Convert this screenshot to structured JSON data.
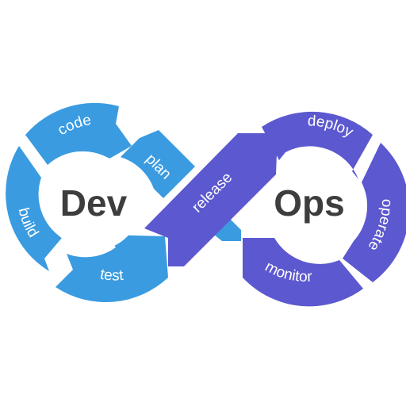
{
  "colors": {
    "dev": "#3a9be0",
    "ops": "#5c58cf",
    "center_text": "#3d3d3d",
    "background": "#ffffff"
  },
  "left_loop": {
    "center": "Dev",
    "stages": [
      "code",
      "plan",
      "build",
      "test"
    ]
  },
  "bridge": {
    "label": "release"
  },
  "right_loop": {
    "center": "Ops",
    "stages": [
      "deploy",
      "operate",
      "monitor"
    ]
  }
}
